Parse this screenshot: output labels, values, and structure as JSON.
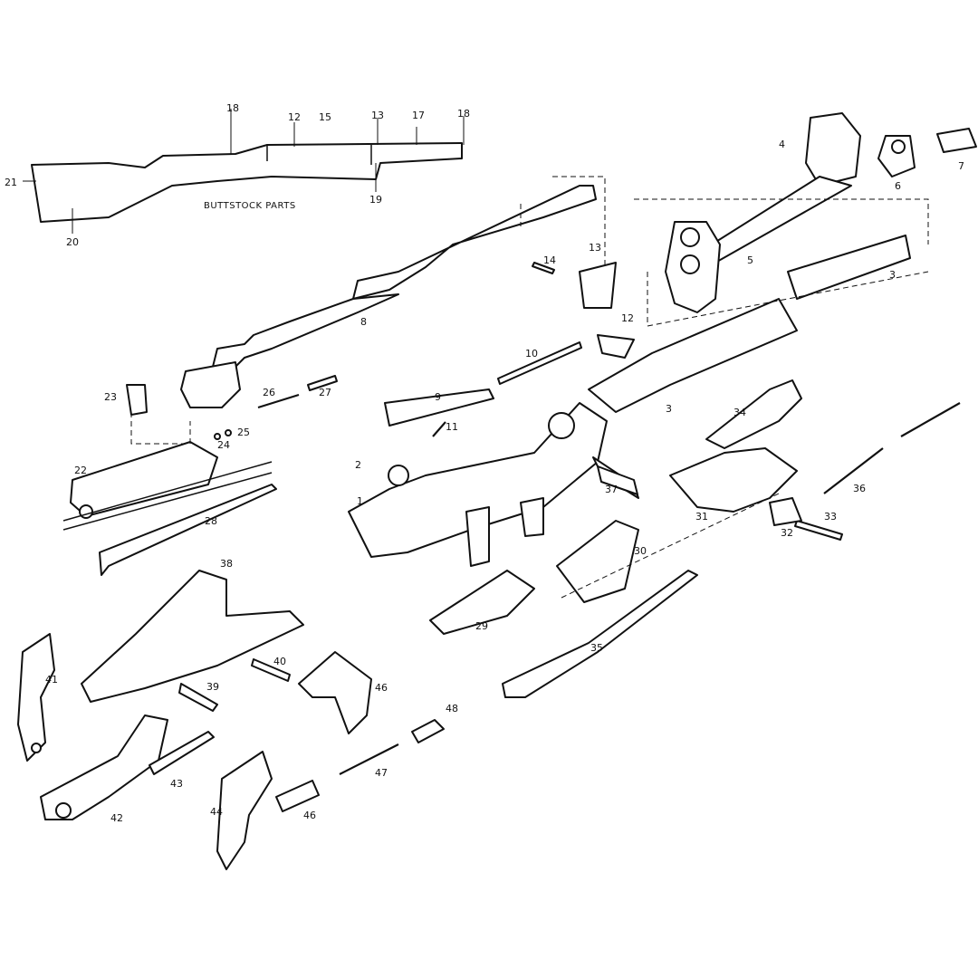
{
  "diagram": {
    "buttstock_caption": "BUTTSTOCK PARTS",
    "callouts": {
      "p1": "1",
      "p2": "2",
      "p3a": "3",
      "p3b": "3",
      "p4": "4",
      "p5": "5",
      "p6": "6",
      "p7": "7",
      "p8": "8",
      "p9": "9",
      "p10": "10",
      "p11": "11",
      "p12a": "12",
      "p12b": "12",
      "p13a": "13",
      "p13b": "13",
      "p14": "14",
      "p15": "15",
      "p17": "17",
      "p18a": "18",
      "p18b": "18",
      "p19": "19",
      "p20": "20",
      "p21": "21",
      "p22": "22",
      "p23": "23",
      "p24": "24",
      "p25": "25",
      "p26": "26",
      "p27": "27",
      "p28": "28",
      "p29": "29",
      "p30": "30",
      "p31": "31",
      "p32": "32",
      "p33": "33",
      "p34": "34",
      "p35": "35",
      "p36": "36",
      "p37": "37",
      "p38": "38",
      "p39": "39",
      "p40": "40",
      "p41": "41",
      "p42": "42",
      "p43": "43",
      "p44": "44",
      "p46a": "46",
      "p46b": "46",
      "p47": "47",
      "p48": "48"
    },
    "colors": {
      "ink": "#111111",
      "paper": "#ffffff"
    }
  }
}
